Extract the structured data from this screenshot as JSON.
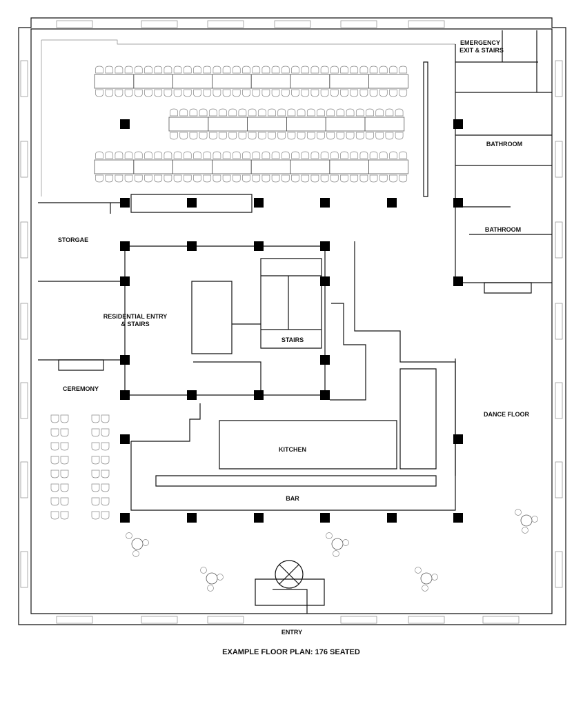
{
  "labels": {
    "emergency_1": "EMERGENCY",
    "emergency_2": "EXIT & STAIRS",
    "bathroom_upper": "BATHROOM",
    "bathroom_lower": "BATHROOM",
    "storage": "STORGAE",
    "residential_1": "RESIDENTIAL ENTRY",
    "residential_2": "& STAIRS",
    "stairs": "STAIRS",
    "ceremony": "CEREMONY",
    "kitchen": "KITCHEN",
    "dance_floor": "DANCE FLOOR",
    "bar": "BAR",
    "entry": "ENTRY"
  },
  "caption": "EXAMPLE FLOOR PLAN: 176 SEATED",
  "seating": {
    "banquet_rows": [
      {
        "tables": 8,
        "chairs_per_side": 32
      },
      {
        "tables": 6,
        "chairs_per_side": 24
      },
      {
        "tables": 8,
        "chairs_per_side": 32
      }
    ],
    "total_seated": 176
  }
}
